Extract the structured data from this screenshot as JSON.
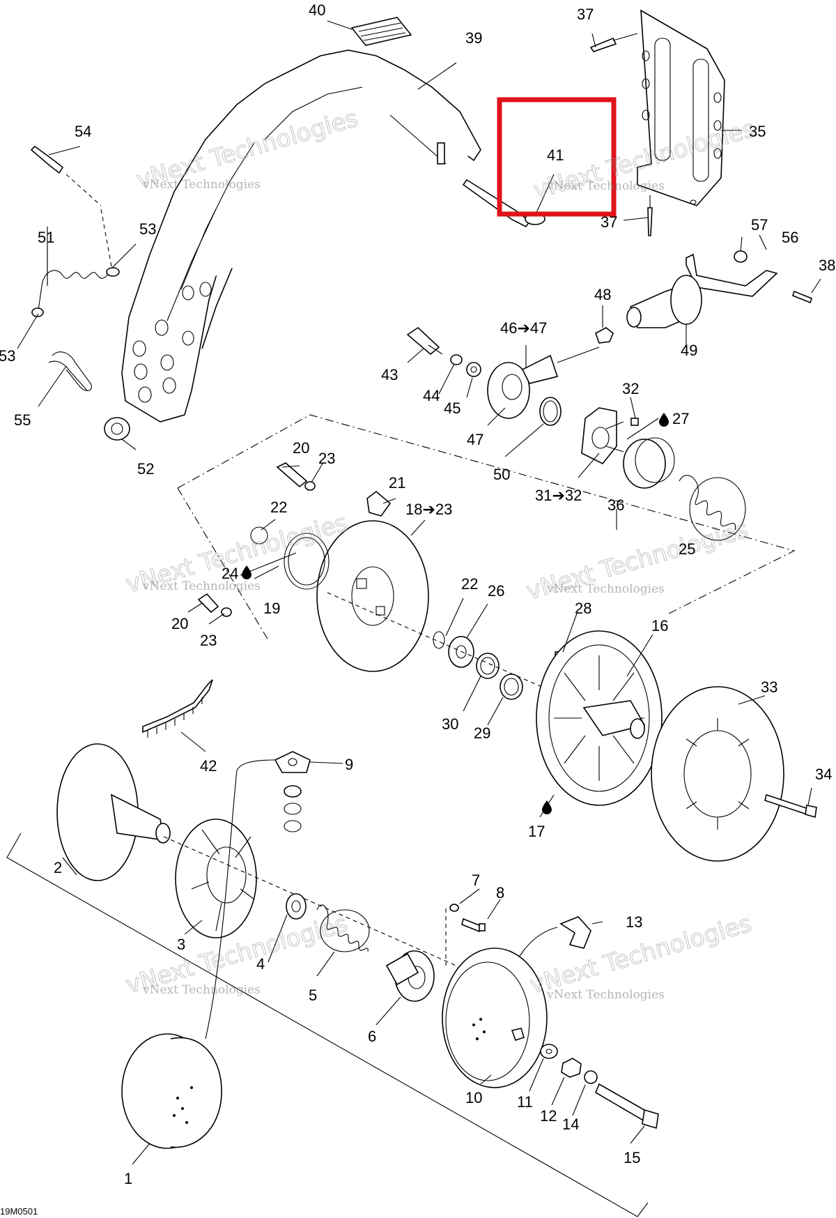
{
  "diagram_code": "19M0501",
  "watermark": {
    "line1": "vNext Technologies",
    "line2": "vNext Technologies"
  },
  "highlight_color": "#e0141b",
  "labels": [
    {
      "id": "l40",
      "text": "40"
    },
    {
      "id": "l39",
      "text": "39"
    },
    {
      "id": "l37a",
      "text": "37"
    },
    {
      "id": "l35",
      "text": "35"
    },
    {
      "id": "l54",
      "text": "54"
    },
    {
      "id": "l41",
      "text": "41"
    },
    {
      "id": "l37b",
      "text": "37"
    },
    {
      "id": "l51",
      "text": "51"
    },
    {
      "id": "l53a",
      "text": "53"
    },
    {
      "id": "l57",
      "text": "57"
    },
    {
      "id": "l56",
      "text": "56"
    },
    {
      "id": "l38",
      "text": "38"
    },
    {
      "id": "l53b",
      "text": "53"
    },
    {
      "id": "l48",
      "text": "48"
    },
    {
      "id": "l4647",
      "text": "46➔47"
    },
    {
      "id": "l49",
      "text": "49"
    },
    {
      "id": "l43",
      "text": "43"
    },
    {
      "id": "l55",
      "text": "55"
    },
    {
      "id": "l44",
      "text": "44"
    },
    {
      "id": "l45",
      "text": "45"
    },
    {
      "id": "l32a",
      "text": "32"
    },
    {
      "id": "l27",
      "text": "27"
    },
    {
      "id": "l47",
      "text": "47"
    },
    {
      "id": "l52",
      "text": "52"
    },
    {
      "id": "l50",
      "text": "50"
    },
    {
      "id": "l20a",
      "text": "20"
    },
    {
      "id": "l23a",
      "text": "23"
    },
    {
      "id": "l3132",
      "text": "31➔32"
    },
    {
      "id": "l36",
      "text": "36"
    },
    {
      "id": "l21",
      "text": "21"
    },
    {
      "id": "l1823",
      "text": "18➔23"
    },
    {
      "id": "l22a",
      "text": "22"
    },
    {
      "id": "l25",
      "text": "25"
    },
    {
      "id": "l24",
      "text": "24"
    },
    {
      "id": "l19",
      "text": "19"
    },
    {
      "id": "l22b",
      "text": "22"
    },
    {
      "id": "l26",
      "text": "26"
    },
    {
      "id": "l20b",
      "text": "20"
    },
    {
      "id": "l28",
      "text": "28"
    },
    {
      "id": "l23b",
      "text": "23"
    },
    {
      "id": "l16",
      "text": "16"
    },
    {
      "id": "l33",
      "text": "33"
    },
    {
      "id": "l30",
      "text": "30"
    },
    {
      "id": "l29",
      "text": "29"
    },
    {
      "id": "l42",
      "text": "42"
    },
    {
      "id": "l9",
      "text": "9"
    },
    {
      "id": "l34",
      "text": "34"
    },
    {
      "id": "l17",
      "text": "17"
    },
    {
      "id": "l2",
      "text": "2"
    },
    {
      "id": "l7",
      "text": "7"
    },
    {
      "id": "l8",
      "text": "8"
    },
    {
      "id": "l13",
      "text": "13"
    },
    {
      "id": "l3",
      "text": "3"
    },
    {
      "id": "l4",
      "text": "4"
    },
    {
      "id": "l5",
      "text": "5"
    },
    {
      "id": "l6",
      "text": "6"
    },
    {
      "id": "l10",
      "text": "10"
    },
    {
      "id": "l11",
      "text": "11"
    },
    {
      "id": "l12",
      "text": "12"
    },
    {
      "id": "l14",
      "text": "14"
    },
    {
      "id": "l15",
      "text": "15"
    },
    {
      "id": "l1",
      "text": "1"
    }
  ]
}
